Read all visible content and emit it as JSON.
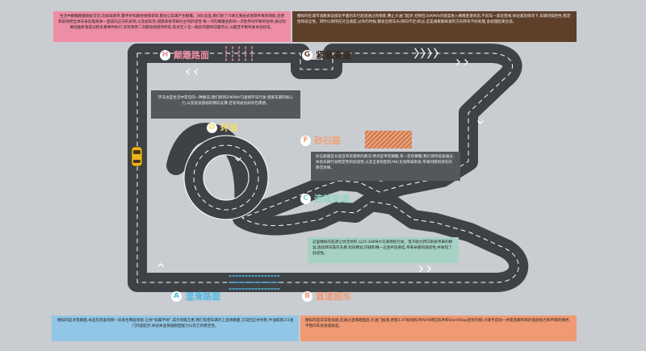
{
  "boxes": {
    "top_left": "生活中颠簸路面随处可见,比如减速带,警界条和路桥接缝等等,都会让车辆产生颠簸。对比竞品,我们除了六球方底层式悬臂带来的缺陷,还原和前地把全体车身处理来源一直道向正向的表现,以及副车架,避震系统带来的主驾舒适性:每一次的颠簸会影响一次性传动平衡的指导,通过动颠扭曲折角度过把多重事件执行,没有保持二次颤动规避所所后,就会无人在一路前的面和前面有过,以最佳平衡驾驶体验舒适。",
    "top_right": "模拟的在城市道路来说提前平面的车行超速通过的情景,腾止大油门起步,控制在30KM/h的速度进入拥堵变道状态,不前车一紧急变线,体验紧急情况下,车辆的操控性,稳定性和安全性。同时以保持在对当速度,过弯的时候,都会出现车头(转向不足)的过,这是通家解来速的方向转弯不好处理,会处理起来合适。",
    "mid_left": "环岛也是生活中常见的一种路况,我们保持20KM/h匀速绕环岛行驶,感受车辆的离心力,以及优良基础的侧向支撑,还有驾驶良好的包裹感。",
    "mid_right": "砂石路面是长途自驾常遇到的路况,特点是带有颠簸,有一定的颠簸,我们保持低速通过,体验车辆行驶稳定性和舒适性,以及全系标配的ANC主动降噪系统,带来同级别领先的静音效果。",
    "c_box": "这里模拟的是避让坑洼地带,以25-30KM/h匀速绕桩行驶。电子助力转向系统带来的精准,连续转向操作支撑,指向精准,同级和唯一五连杆后悬挂,带来卓越的操控性,并展现了舒适性。",
    "bottom_left": "模拟的是冰雪路面,本品先借鉴到将一双离合两驱系统,让你“如履平地”,成为同级王者,我们先把车辆开上湿滑路面,方向回正并停稳,半油或者2/3油门开度起步,体验本品快速脱困能力以及它的稳定性。",
    "bottom_right": "模拟的是日常急加速,在通过湿滑路面后,大油门加速,感受2.0T发动机(带AFM闭缸技术和Start/Stop启停功能),9速手自动一体变速箱带来的强劲动力和平顺的换挡,平稳的车身加速姿态。"
  },
  "stations": {
    "A": {
      "letter": "A",
      "name": "湿滑路面"
    },
    "B": {
      "letter": "B",
      "name": "直道超车"
    },
    "C": {
      "letter": "C",
      "name": "连续变道"
    },
    "D": {
      "letter": "D",
      "name": "环岛"
    },
    "F": {
      "letter": "F",
      "name": "砂石路"
    },
    "G": {
      "letter": "G",
      "name": "紧急变道"
    },
    "H": {
      "letter": "H",
      "name": "颠簸路面"
    }
  },
  "colors": {
    "pink": "#ee8ea5",
    "brown": "#5e3f2a",
    "gray": "#54585c",
    "teal": "#a6d2c4",
    "blue": "#92c6e6",
    "orange": "#f09a74",
    "track": "#3e4246",
    "station_pink": "#ee8ea5",
    "station_orange": "#f2a276",
    "station_teal": "#8ed6c1",
    "station_yellow": "#f5de66",
    "station_blue": "#4fb8e6",
    "car": "#f0b61e"
  }
}
